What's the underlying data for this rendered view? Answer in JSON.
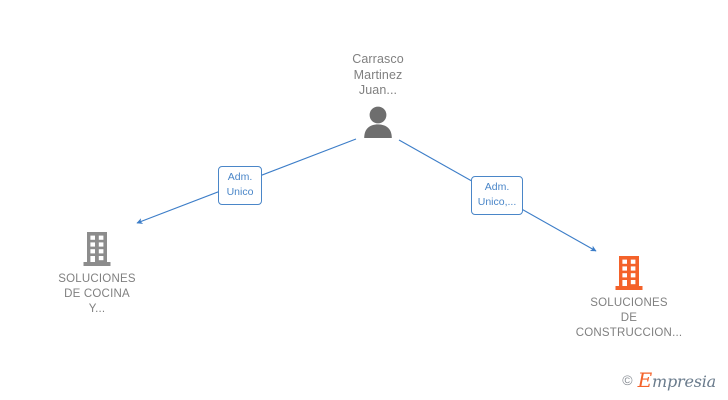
{
  "diagram": {
    "type": "org-relationship-graph",
    "background_color": "#ffffff",
    "edge_color": "#3c7dc8",
    "person_color": "#6e6e6e",
    "company_gray_color": "#8c8c8c",
    "company_orange_color": "#f4622a",
    "label_text_color": "#808080",
    "relation_text_color": "#4a86c8"
  },
  "person": {
    "name": "Carrasco\nMartinez\nJuan...",
    "icon": "person-icon"
  },
  "relations": [
    {
      "id": "left",
      "label": "Adm.\nUnico"
    },
    {
      "id": "right",
      "label": "Adm.\nUnico,..."
    }
  ],
  "companies": [
    {
      "id": "left",
      "name": "SOLUCIONES\nDE COCINA\nY...",
      "icon": "building-icon",
      "color": "#8c8c8c"
    },
    {
      "id": "right",
      "name": "SOLUCIONES\nDE\nCONSTRUCCION...",
      "icon": "building-icon",
      "color": "#f4622a"
    }
  ],
  "watermark": {
    "copyright": "©",
    "brand_initial": "E",
    "brand_rest": "mpresia"
  }
}
